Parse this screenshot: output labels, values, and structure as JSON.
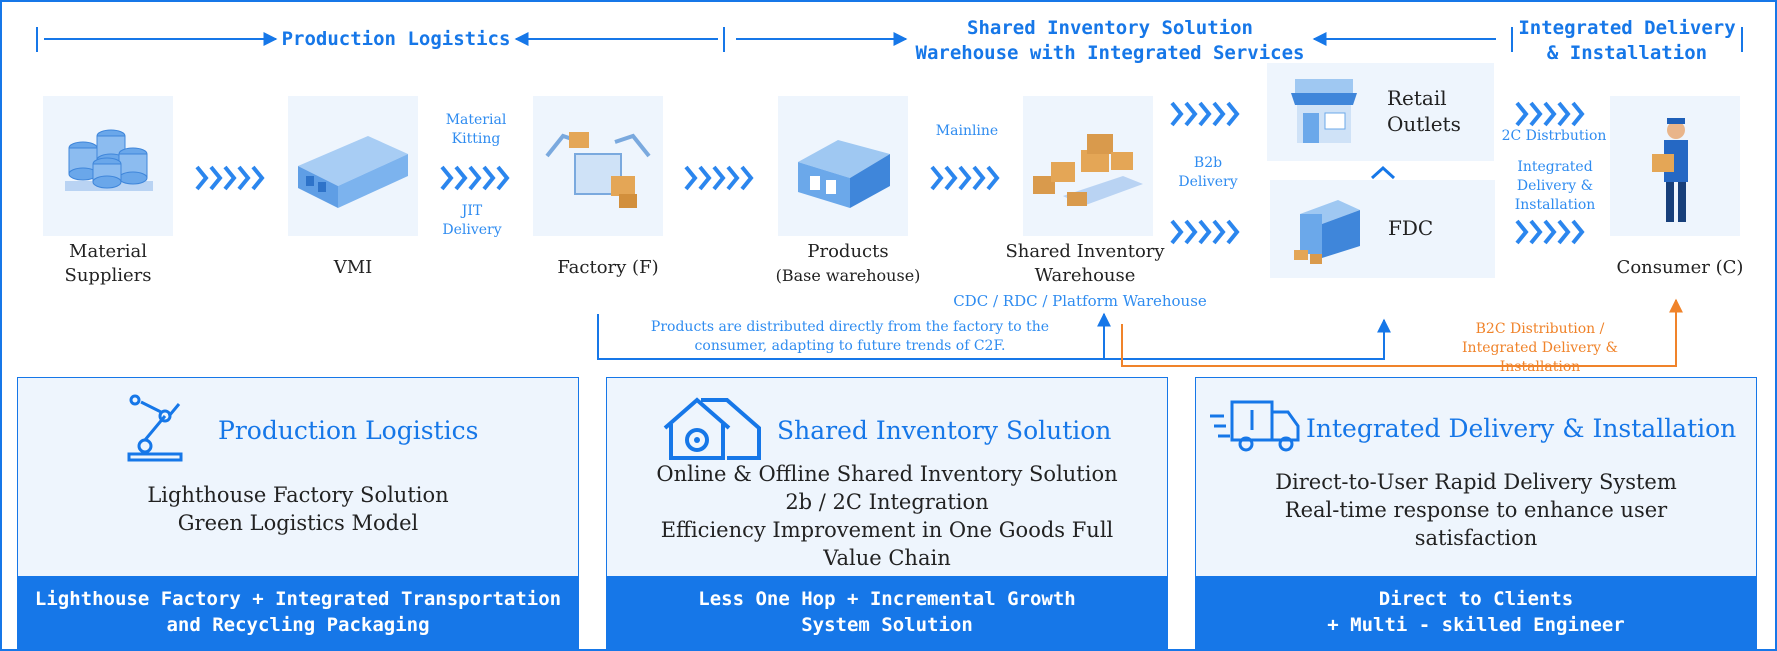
{
  "header": {
    "production_logistics": "Production Logistics",
    "shared_inventory_line1": "Shared Inventory Solution",
    "shared_inventory_line2": "Warehouse with Integrated Services",
    "integrated_delivery_line1": "Integrated Delivery",
    "integrated_delivery_line2": "& Installation"
  },
  "nodes": {
    "material_suppliers_line1": "Material",
    "material_suppliers_line2": "Suppliers",
    "vmi": "VMI",
    "factory": "Factory (F)",
    "products_line1": "Products",
    "products_line2": "(Base warehouse)",
    "shared_warehouse_line1": "Shared Inventory",
    "shared_warehouse_line2": "Warehouse",
    "retail_outlets_line1": "Retail",
    "retail_outlets_line2": "Outlets",
    "fdc": "FDC",
    "consumer": "Consumer (C)"
  },
  "flow_labels": {
    "material_kitting_line1": "Material",
    "material_kitting_line2": "Kitting",
    "jit_line1": "JIT",
    "jit_line2": "Delivery",
    "mainline": "Mainline",
    "b2b_line1": "B2b",
    "b2b_line2": "Delivery",
    "c2_distribution": "2C Distrbution",
    "integrated_line1": "Integrated",
    "integrated_line2": "Delivery &",
    "integrated_line3": "Installation",
    "cdc_rdc": "CDC / RDC / Platform Warehouse",
    "direct_note_line1": "Products are distributed directly from the factory to the",
    "direct_note_line2": "consumer, adapting to future trends of C2F.",
    "b2c_line1": "B2C Distribution /",
    "b2c_line2": "Integrated Delivery &",
    "b2c_line3": "Installation"
  },
  "panels": [
    {
      "title": "Production Logistics",
      "lines": [
        "Lighthouse Factory Solution",
        "Green Logistics Model"
      ],
      "footer_line1": "Lighthouse Factory + Integrated Transportation",
      "footer_line2": "and Recycling Packaging"
    },
    {
      "title": "Shared Inventory Solution",
      "lines": [
        "Online & Offline Shared Inventory Solution",
        "2b / 2C  Integration",
        "Efficiency Improvement in One Goods Full",
        "Value Chain"
      ],
      "footer_line1": "Less One Hop + Incremental Growth",
      "footer_line2": "System Solution"
    },
    {
      "title": "Integrated Delivery & Installation",
      "lines": [
        "Direct-to-User Rapid Delivery System",
        "Real-time response to enhance user",
        "satisfaction"
      ],
      "footer_line1": "Direct to Clients",
      "footer_line2": "+ Multi  -  skilled Engineer"
    }
  ],
  "colors": {
    "primary": "#1677e8",
    "light_panel": "#eef5fd",
    "orange": "#f0832a"
  }
}
